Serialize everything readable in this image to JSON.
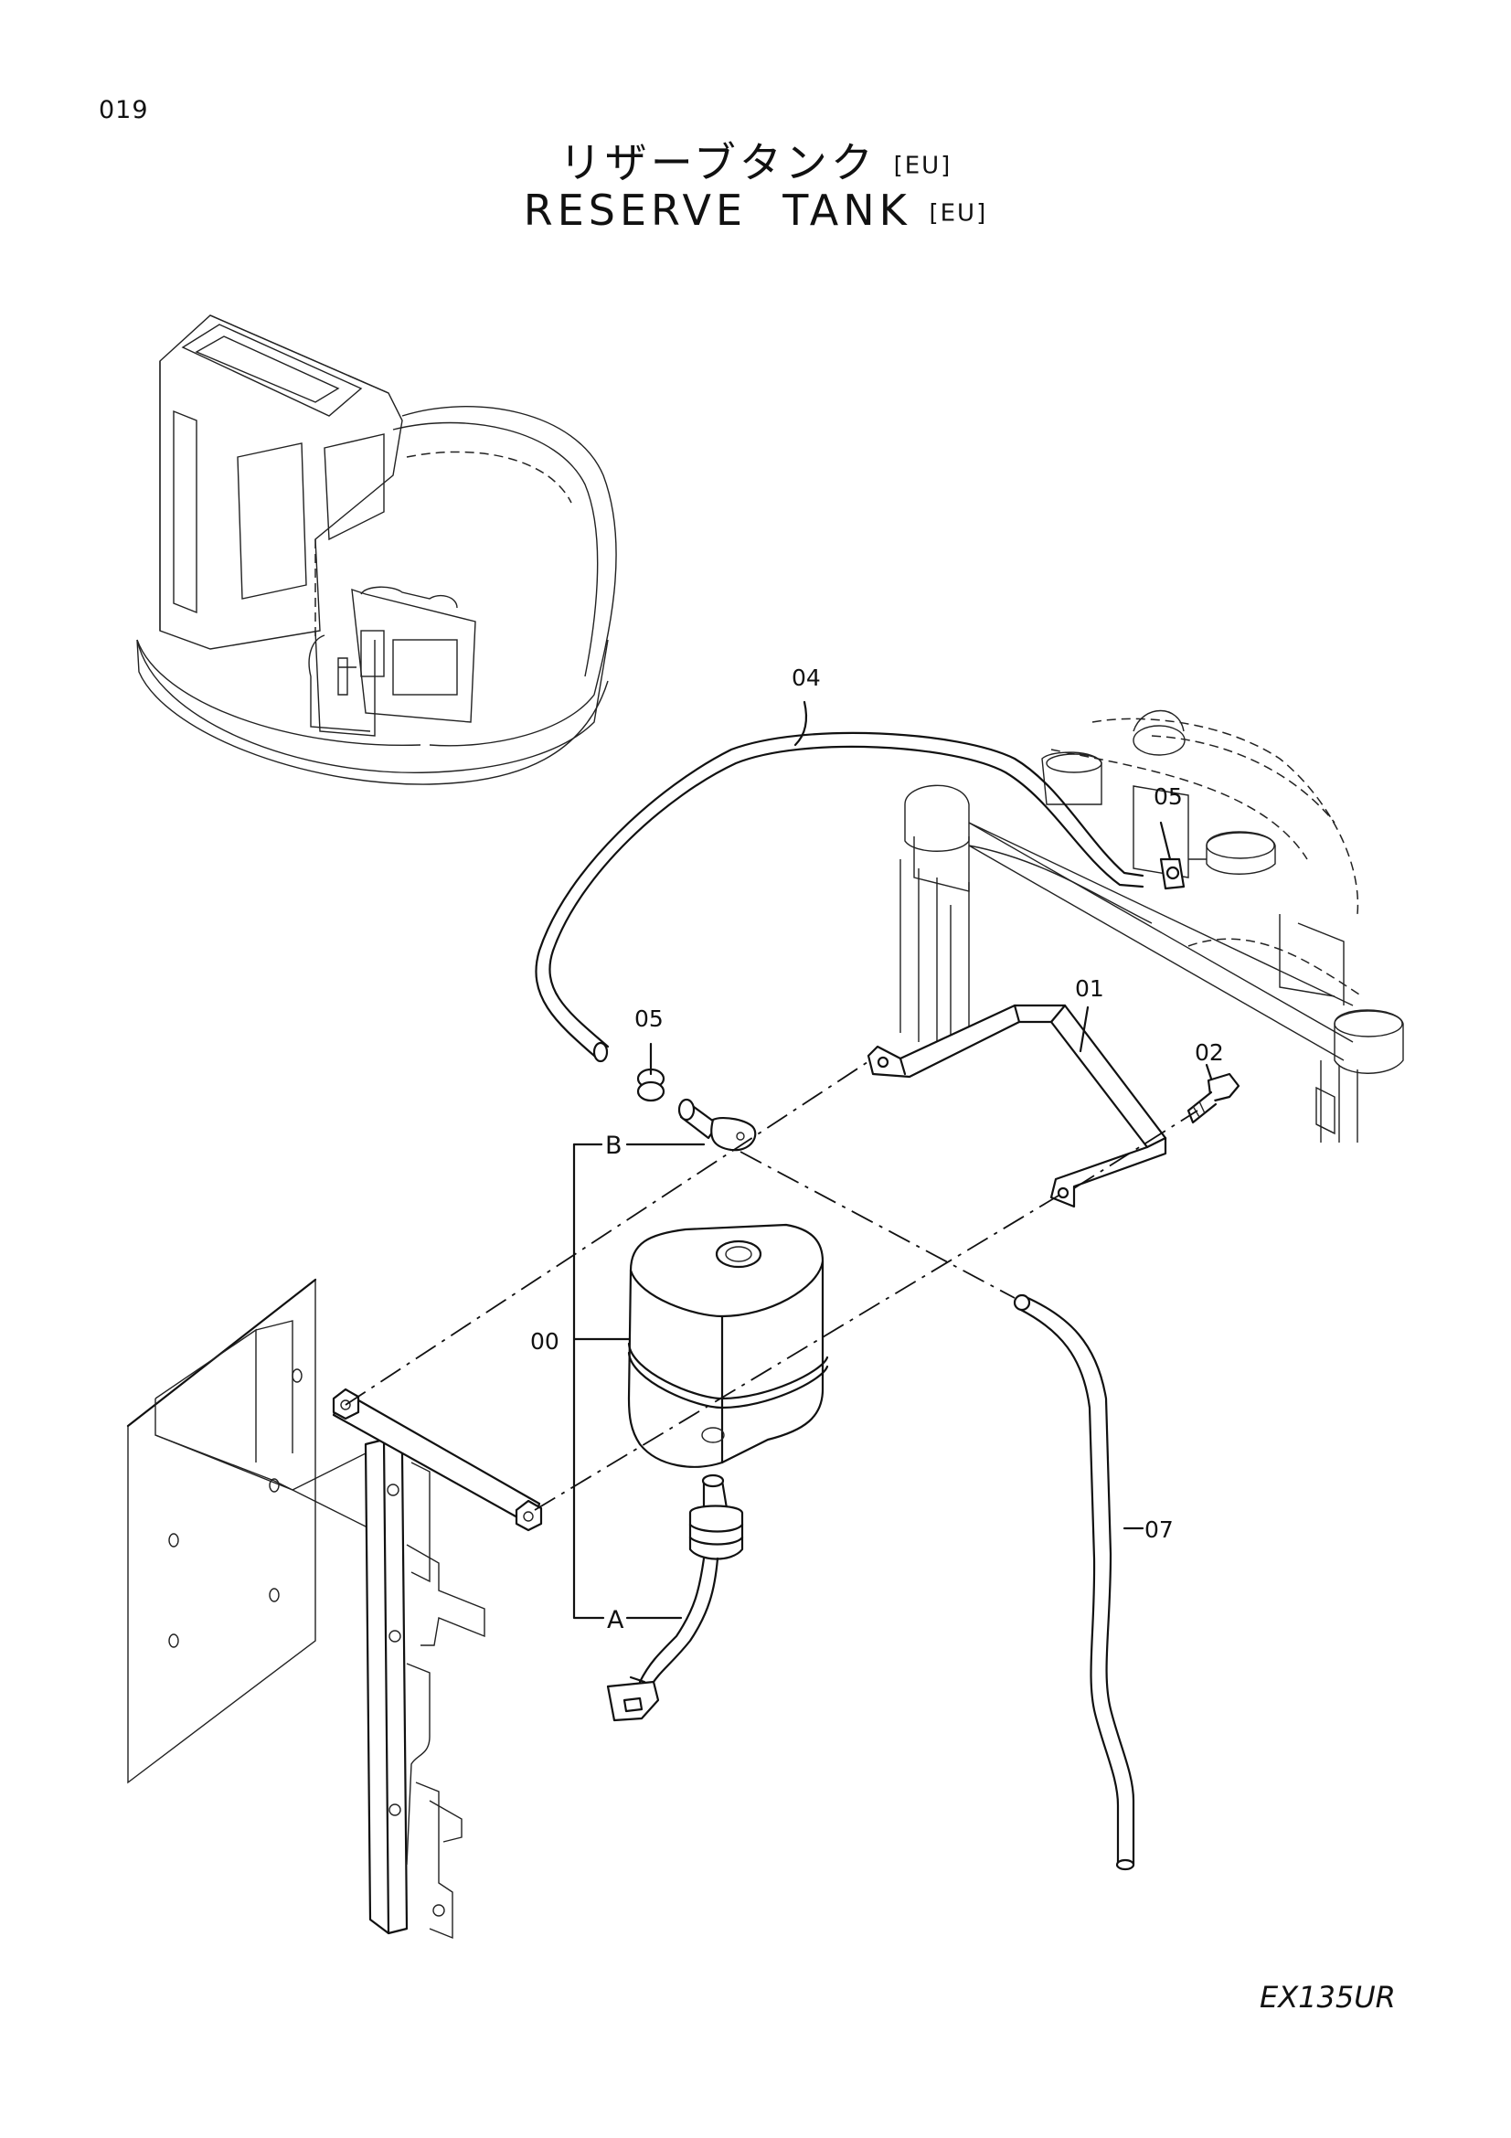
{
  "page_number": "019",
  "title": {
    "jp": "リザーブタンク",
    "en": "RESERVE  TANK",
    "region_tag": "[EU]"
  },
  "model": "EX135UR",
  "callouts": {
    "hose_top": "04",
    "clamp_upper": "05",
    "clamp_lower": "05",
    "bracket": "01",
    "bolt": "02",
    "tank": "00",
    "hose_drain": "07",
    "ref_b": "B",
    "ref_a": "A"
  }
}
